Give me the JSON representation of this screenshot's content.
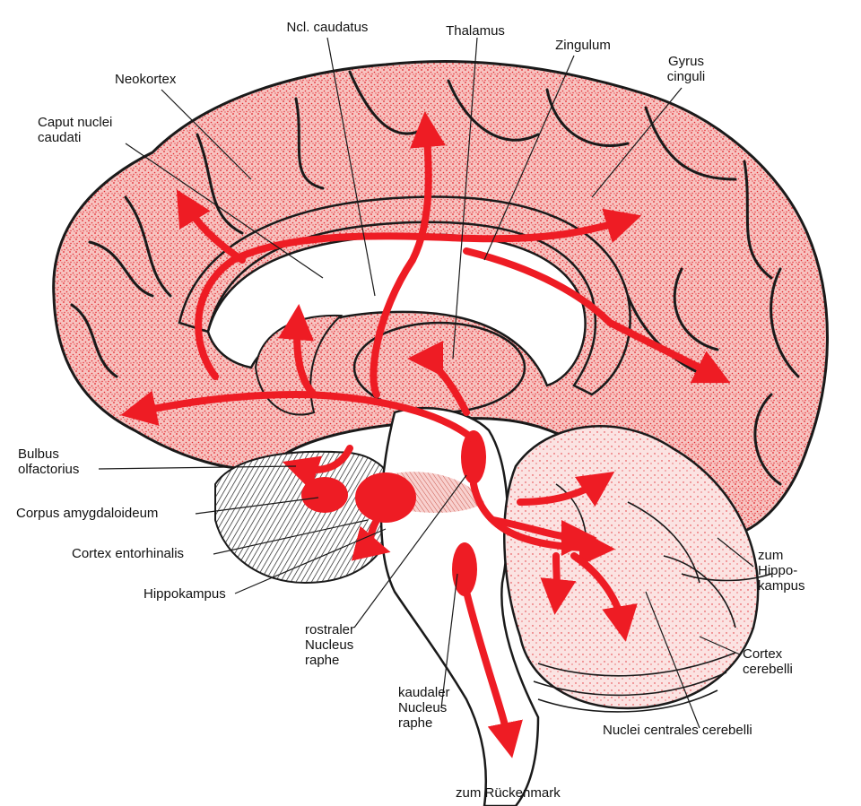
{
  "colors": {
    "accent": "#ee1c24",
    "tissue": "#f6b6b3",
    "outline": "#1a1a1a",
    "background": "#ffffff"
  },
  "labels": {
    "ncl_caudatus": "Ncl. caudatus",
    "thalamus": "Thalamus",
    "zingulum": "Zingulum",
    "gyrus_cinguli": "Gyrus\ncinguli",
    "neokortex": "Neokortex",
    "caput_nuclei_caudati": "Caput nuclei\ncaudati",
    "bulbus_olfactorius": "Bulbus\nolfactorius",
    "corpus_amygdaloideum": "Corpus amygdaloideum",
    "cortex_entorhinalis": "Cortex entorhinalis",
    "hippokampus": "Hippokampus",
    "rostraler_nucleus_raphe": "rostraler\nNucleus\nraphe",
    "kaudaler_nucleus_raphe": "kaudaler\nNucleus\nraphe",
    "zum_rueckenmark": "zum Rückenmark",
    "zum_hippokampus": "zum\nHippo-\nkampus",
    "cortex_cerebelli": "Cortex\ncerebelli",
    "nuclei_centrales_cerebelli": "Nuclei centrales cerebelli"
  }
}
